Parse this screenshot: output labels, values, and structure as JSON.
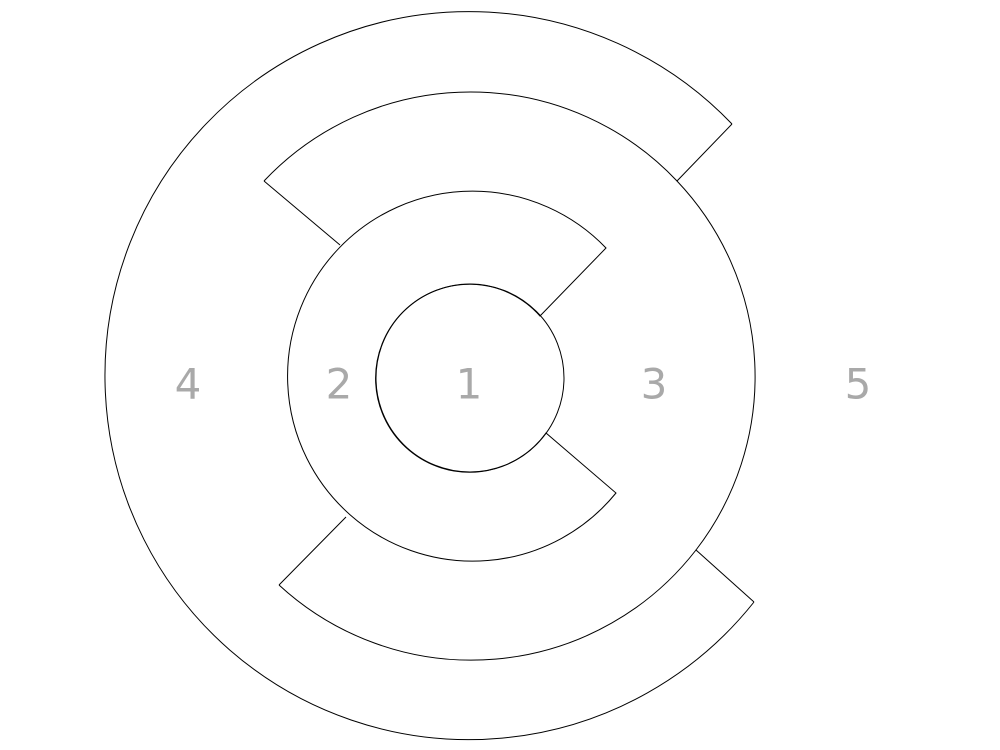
{
  "diagram": {
    "regions": [
      {
        "id": "1",
        "label": "1"
      },
      {
        "id": "2",
        "label": "2"
      },
      {
        "id": "3",
        "label": "3"
      },
      {
        "id": "4",
        "label": "4"
      },
      {
        "id": "5",
        "label": "5"
      }
    ],
    "colors": {
      "stroke": "#000000",
      "label": "#a9a9a9",
      "background": "#ffffff"
    }
  }
}
